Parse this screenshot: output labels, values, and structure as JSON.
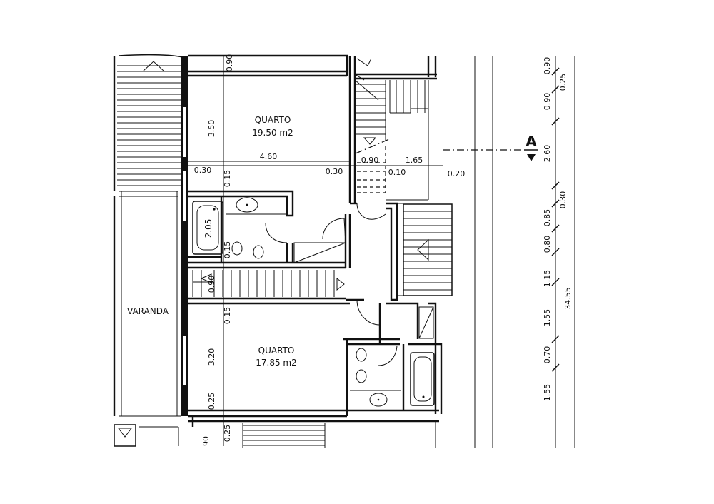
{
  "rooms": {
    "quarto_1": {
      "name": "QUARTO",
      "area": "19.50 m2"
    },
    "quarto_2": {
      "name": "QUARTO",
      "area": "17.85 m2"
    },
    "varanda": {
      "name": "VARANDA"
    }
  },
  "fixtures": {
    "bathtub_label": "2.05"
  },
  "dimensions": {
    "d_top_090": "0.90",
    "d_350": "3.50",
    "d_460": "4.60",
    "d_030_left": "0.30",
    "d_015_a": "0.15",
    "d_030_mid": "0.30",
    "d_090_stair": "0.90",
    "d_165": "1.65",
    "d_010": "0.10",
    "d_020": "0.20",
    "d_015_b": "0.15",
    "d_090_c": "0.90",
    "d_015_c": "0.15",
    "d_320": "3.20",
    "d_025_a": "0.25",
    "d_025_b": "0.25",
    "d_90_bottom": "90"
  },
  "chain": {
    "c1": "0.90",
    "c2": "0.25",
    "c3": "0.90",
    "c4": "2.60",
    "c5": "0.30",
    "c6": "0.85",
    "c7": "0.80",
    "c8": "1.15",
    "c9": "1.55",
    "c10": "0.70",
    "c11": "1.55",
    "total": "34.55"
  },
  "section_marker": {
    "label": "A"
  }
}
